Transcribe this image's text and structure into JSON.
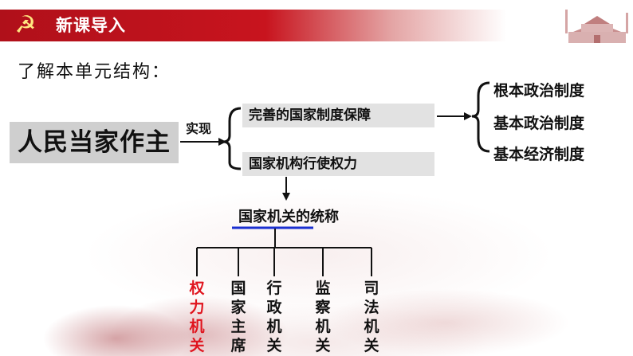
{
  "header": {
    "title": "新课导入"
  },
  "subtitle": "了解本单元结构：",
  "diagram": {
    "root": "人民当家作主",
    "connector_label": "实现",
    "branches": [
      "完善的国家制度保障",
      "国家机构行使权力"
    ],
    "systems": [
      "根本政治制度",
      "基本政治制度",
      "基本经济制度"
    ],
    "collective_name": "国家机关的统称",
    "organs": [
      {
        "name": "权力机关",
        "color": "#e0141e"
      },
      {
        "name": "国家主席",
        "color": "#111111"
      },
      {
        "name": "行政机关",
        "color": "#111111"
      },
      {
        "name": "监察机关",
        "color": "#111111"
      },
      {
        "name": "司法机关",
        "color": "#111111"
      }
    ]
  },
  "colors": {
    "brand_red": "#c8141e",
    "underline_blue": "#1a2fd0"
  }
}
